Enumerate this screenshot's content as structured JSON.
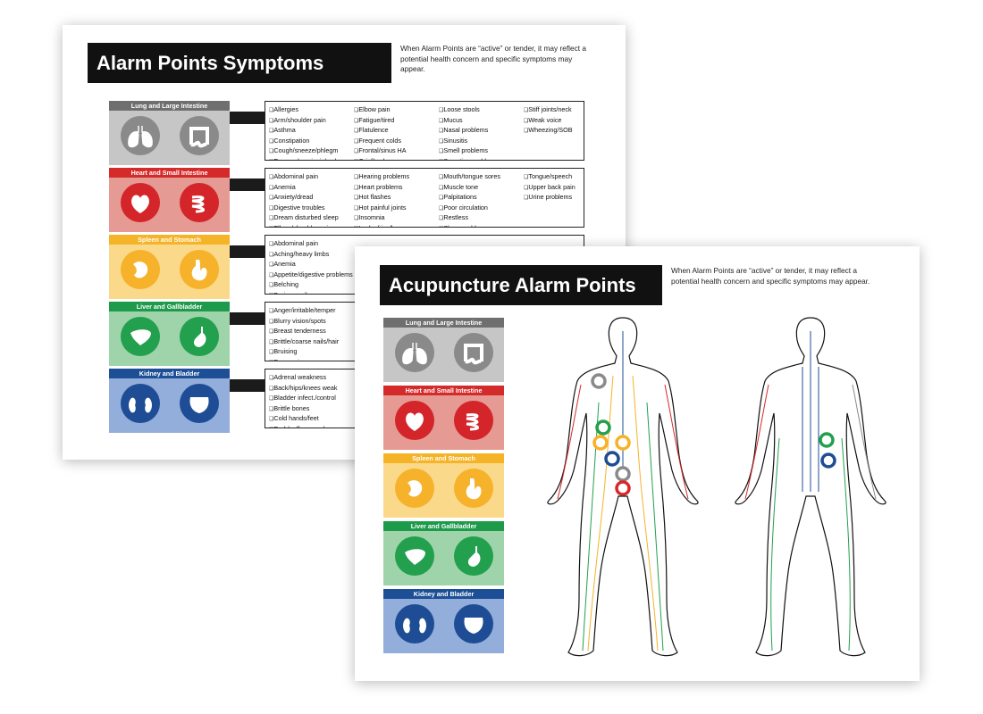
{
  "back_sheet": {
    "title": "Alarm Points Symptoms",
    "intro": "When Alarm Points are “active” or tender, it may reflect a potential health concern and specific symptoms may appear.",
    "rows": [
      {
        "label": "Lung and Large Intestine",
        "head_color": "#6f6f6f",
        "body_color": "#c6c6c6",
        "circle_color": "#8a8a8a",
        "organs": [
          "lungs-icon",
          "large-intestine-icon"
        ],
        "columns": [
          [
            "Allergies",
            "Arm/shoulder pain",
            "Asthma",
            "Constipation",
            "Cough/sneeze/phlegm",
            "Eczema/psoriasis/rash"
          ],
          [
            "Elbow pain",
            "Fatigue/tired",
            "Flatulence",
            "Frequent colds",
            "Frontal/sinus HA",
            "Grief/sadness"
          ],
          [
            "Loose stools",
            "Mucus",
            "Nasal problems",
            "Sinusitis",
            "Smell problems",
            "Sweating problems."
          ],
          [
            "Stiff joints/neck",
            "Weak voice",
            "Wheezing/SOB"
          ]
        ]
      },
      {
        "label": "Heart and Small Intestine",
        "head_color": "#d42a2a",
        "body_color": "#e59a93",
        "circle_color": "#d3252a",
        "organs": [
          "heart-icon",
          "small-intestine-icon"
        ],
        "columns": [
          [
            "Abdominal pain",
            "Anemia",
            "Anxiety/dread",
            "Digestive troubles",
            "Dream disturbed sleep",
            "Elbow/shoulder pain"
          ],
          [
            "Hearing problems",
            "Heart problems",
            "Hot flashes",
            "Hot painful joints",
            "Insomnia",
            "Lack of joy/humor"
          ],
          [
            "Mouth/tongue sores",
            "Muscle tone",
            "Palpitations",
            "Poor circulation",
            "Restless",
            "Sleep problems"
          ],
          [
            "Tongue/speech",
            "Upper back pain",
            "Urine problems"
          ]
        ]
      },
      {
        "label": "Spleen and Stomach",
        "head_color": "#f5b327",
        "body_color": "#fbd98a",
        "circle_color": "#f6b22a",
        "organs": [
          "spleen-icon",
          "stomach-icon"
        ],
        "columns": [
          [
            "Abdominal pain",
            "Aching/heavy limbs",
            "Anemia",
            "Appetite/digestive problems",
            "Belching",
            "Bruise easily"
          ]
        ]
      },
      {
        "label": "Liver and Gallbladder",
        "head_color": "#1e9a4b",
        "body_color": "#9fd4ab",
        "circle_color": "#22a04d",
        "organs": [
          "liver-icon",
          "gallbladder-icon"
        ],
        "columns": [
          [
            "Anger/irritable/temper",
            "Blurry vision/spots",
            "Breast tenderness",
            "Brittle/coarse nails/hair",
            "Bruising",
            "Depression"
          ]
        ]
      },
      {
        "label": "Kidney and Bladder",
        "head_color": "#1d4f97",
        "body_color": "#93aedb",
        "circle_color": "#1e4d96",
        "organs": [
          "kidney-icon",
          "bladder-icon"
        ],
        "columns": [
          [
            "Adrenal weakness",
            "Back/hips/knees weak",
            "Bladder infect./control",
            "Brittle bones",
            "Cold hands/feet",
            "Dark/puffy around eyes"
          ]
        ]
      }
    ]
  },
  "front_sheet": {
    "title": "Acupuncture Alarm Points",
    "intro": "When Alarm Points are “active” or tender, it may reflect a potential health concern and specific symptoms may appear.",
    "panels": [
      {
        "label": "Lung and Large Intestine",
        "head_color": "#6f6f6f",
        "body_color": "#c6c6c6",
        "circle_color": "#8a8a8a",
        "organs": [
          "lungs-icon",
          "large-intestine-icon"
        ]
      },
      {
        "label": "Heart and Small Intestine",
        "head_color": "#d42a2a",
        "body_color": "#e59a93",
        "circle_color": "#d3252a",
        "organs": [
          "heart-icon",
          "small-intestine-icon"
        ]
      },
      {
        "label": "Spleen and Stomach",
        "head_color": "#f5b327",
        "body_color": "#fbd98a",
        "circle_color": "#f6b22a",
        "organs": [
          "spleen-icon",
          "stomach-icon"
        ]
      },
      {
        "label": "Liver and Gallbladder",
        "head_color": "#1e9a4b",
        "body_color": "#9fd4ab",
        "circle_color": "#22a04d",
        "organs": [
          "liver-icon",
          "gallbladder-icon"
        ]
      },
      {
        "label": "Kidney and Bladder",
        "head_color": "#1d4f97",
        "body_color": "#93aedb",
        "circle_color": "#1e4d96",
        "organs": [
          "kidney-icon",
          "bladder-icon"
        ]
      }
    ],
    "figures": [
      "body-front-figure",
      "body-back-figure"
    ],
    "meridian_colors": [
      "#d42a2a",
      "#f6b22a",
      "#22a04d",
      "#1e4d96",
      "#8a8a8a"
    ]
  }
}
